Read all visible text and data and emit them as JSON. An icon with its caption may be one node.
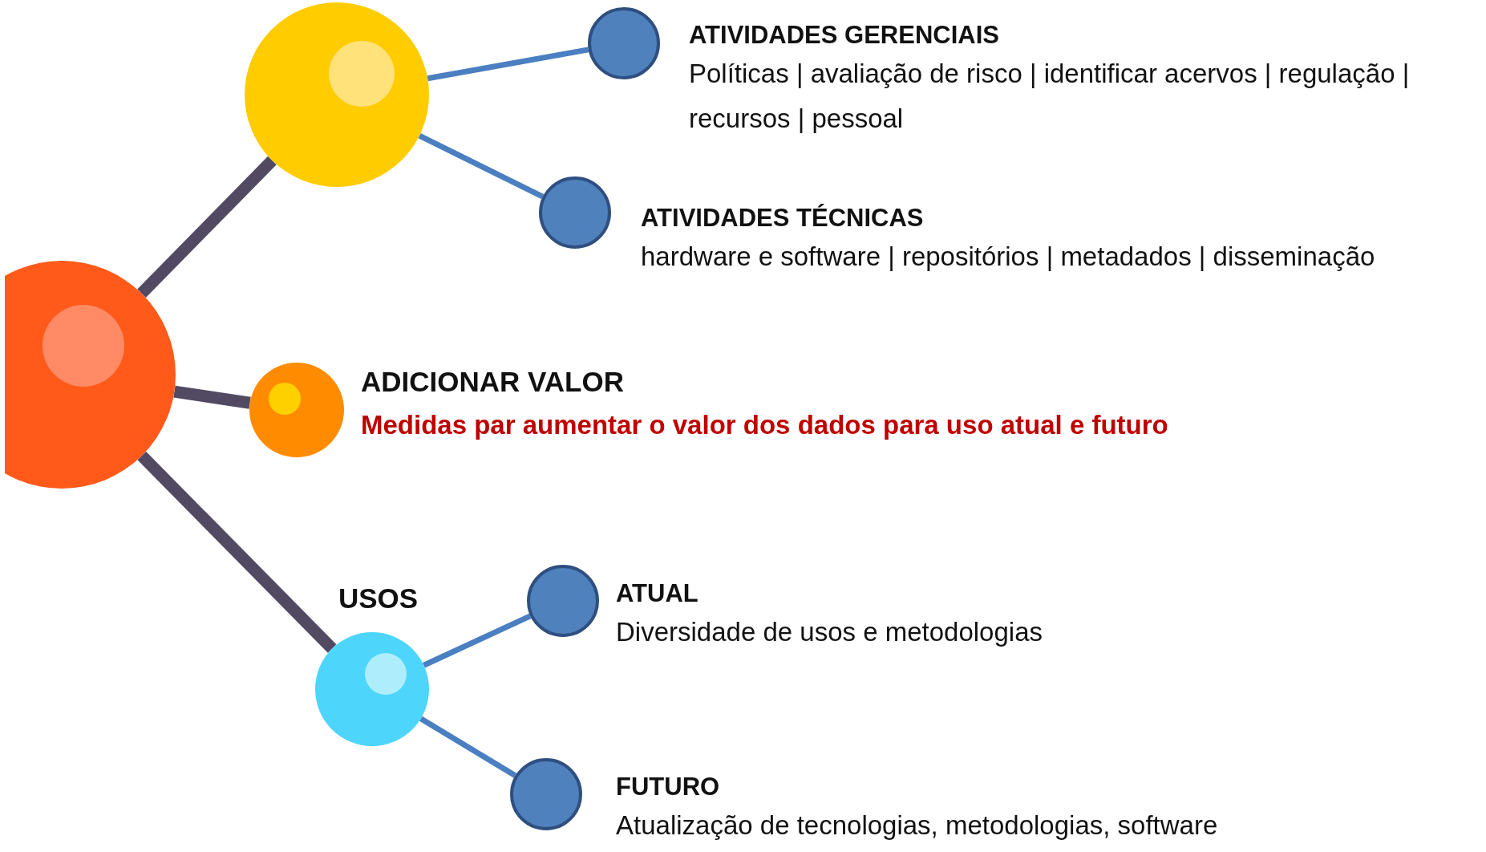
{
  "diagram": {
    "nodes": [
      {
        "text": [],
        "shape": "circle"
      },
      {
        "text": [],
        "shape": "circle"
      },
      {
        "text": [
          "ATIVIDADES GERENCIAIS",
          "Políticas | avaliação de risco | identificar acervos | regulação | recursos | pessoal"
        ]
      },
      {
        "text": [
          "ATIVIDADES TÉCNICAS",
          "hardware e software | repositórios | metadados | disseminação"
        ]
      },
      {
        "text": [
          "ADICIONAR VALOR",
          "Medidas par aumentar o valor dos dados para uso atual e futuro"
        ]
      },
      {
        "text": [
          "USOS"
        ]
      },
      {
        "text": [
          "ATUAL",
          "Diversidade de usos e metodologias"
        ]
      },
      {
        "text": [
          "FUTURO",
          "Atualização de tecnologias, metodologias, software"
        ]
      }
    ],
    "edges": [
      {
        "from": 0,
        "to": 1,
        "arrow": "none",
        "style": "thick",
        "color": "#524a63"
      },
      {
        "from": 1,
        "to": 2,
        "arrow": "none"
      },
      {
        "from": 1,
        "to": 3,
        "arrow": "none"
      },
      {
        "from": 0,
        "to": 4,
        "arrow": "none",
        "style": "thick",
        "color": "#524a63"
      },
      {
        "from": 0,
        "to": 5,
        "arrow": "none",
        "style": "thick",
        "color": "#524a63"
      },
      {
        "from": 5,
        "to": 6,
        "arrow": "none"
      },
      {
        "from": 5,
        "to": 7,
        "arrow": "none"
      }
    ]
  }
}
